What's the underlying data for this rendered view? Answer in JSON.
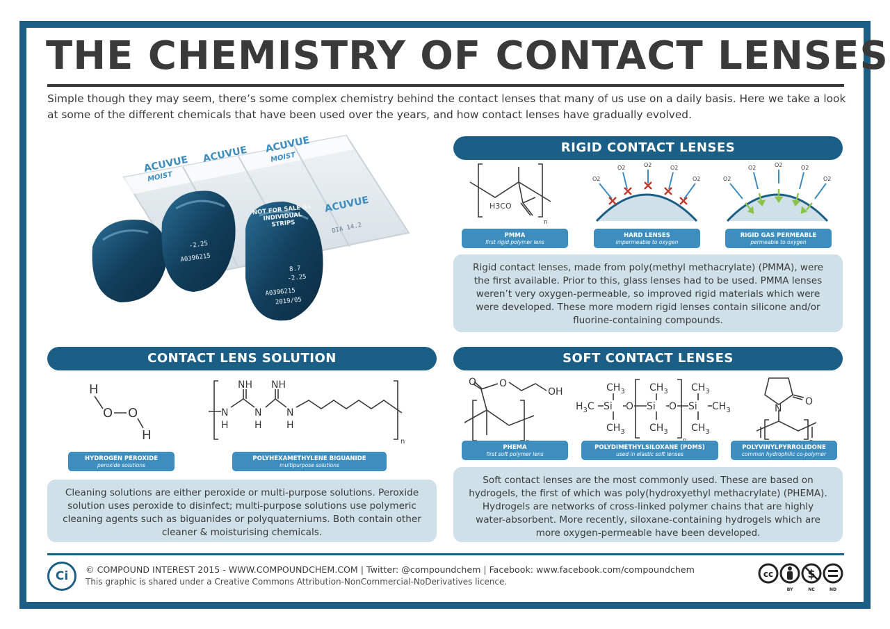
{
  "title": "THE CHEMISTRY OF CONTACT LENSES",
  "intro": "Simple though they may seem, there’s some complex chemistry behind the contact lenses that many of us use on a daily basis. Here we take a look at some of the different chemicals that have been used over the years, and how contact lenses have gradually evolved.",
  "colors": {
    "frame": "#1c5f86",
    "tag": "#3d8dbe",
    "textbox": "#cfe0e8",
    "text": "#3a3a3a",
    "x_mark": "#c0392b",
    "arrow_green": "#8bc34a"
  },
  "rigid": {
    "heading": "RIGID CONTACT LENSES",
    "tags": [
      {
        "name": "PMMA",
        "sub": "first rigid polymer lens"
      },
      {
        "name": "HARD LENSES",
        "sub": "impermeable to oxygen"
      },
      {
        "name": "RIGID GAS PERMEABLE",
        "sub": "permeable to oxygen"
      }
    ],
    "text": "Rigid contact lenses, made from poly(methyl methacrylate) (PMMA), were the first available. Prior to this, glass lenses had to be used. PMMA lenses weren’t very oxygen-permeable, so improved rigid materials which were were developed. These more modern rigid lenses contain silicone and/or fluorine-containing compounds.",
    "o2_label": "O2",
    "pmma_group": "H3CO",
    "n": "n"
  },
  "solution": {
    "heading": "CONTACT LENS SOLUTION",
    "tags": [
      {
        "name": "HYDROGEN PEROXIDE",
        "sub": "peroxide solutions"
      },
      {
        "name": "POLYHEXAMETHYLENE BIGUANIDE",
        "sub": "multipurpose solutions"
      }
    ],
    "text": "Cleaning solutions are either peroxide or multi-purpose solutions. Peroxide solution uses peroxide to disinfect; multi-purpose solutions use polymeric cleaning agents such as biguanides or polyquaterniums. Both contain other cleaner & moisturising chemicals."
  },
  "soft": {
    "heading": "SOFT CONTACT LENSES",
    "tags": [
      {
        "name": "PHEMA",
        "sub": "first soft polymer lens"
      },
      {
        "name": "POLYDIMETHYLSILOXANE (PDMS)",
        "sub": "used in elastic soft lenses"
      },
      {
        "name": "POLYVINYLPYRROLIDONE",
        "sub": "common hydrophilic co-polymer"
      }
    ],
    "text": "Soft contact lenses are the most commonly used. These are based on hydrogels, the first of which was poly(hydroxyethyl methacrylate) (PHEMA). Hydrogels are networks of cross-linked polymer chains that are highly water-absorbent. More recently, siloxane-containing hydrogels which are more oxygen-permeable have been developed."
  },
  "photo": {
    "brand": "ACUVUE",
    "line": "MOIST",
    "stamp": "NOT FOR SALE AS INDIVIDUAL STRIPS",
    "lot": "A0396215",
    "power": "-2.25",
    "base_curve": "8.7",
    "dia": "DIA 14.2",
    "exp": "2019/05"
  },
  "footer": {
    "logo": "Ci",
    "line1": "© COMPOUND INTEREST 2015 - WWW.COMPOUNDCHEM.COM | Twitter: @compoundchem | Facebook: www.facebook.com/compoundchem",
    "line2": "This graphic is shared under a Creative Commons Attribution-NonCommercial-NoDerivatives licence.",
    "badges": [
      "cc",
      "BY",
      "NC",
      "ND"
    ]
  }
}
